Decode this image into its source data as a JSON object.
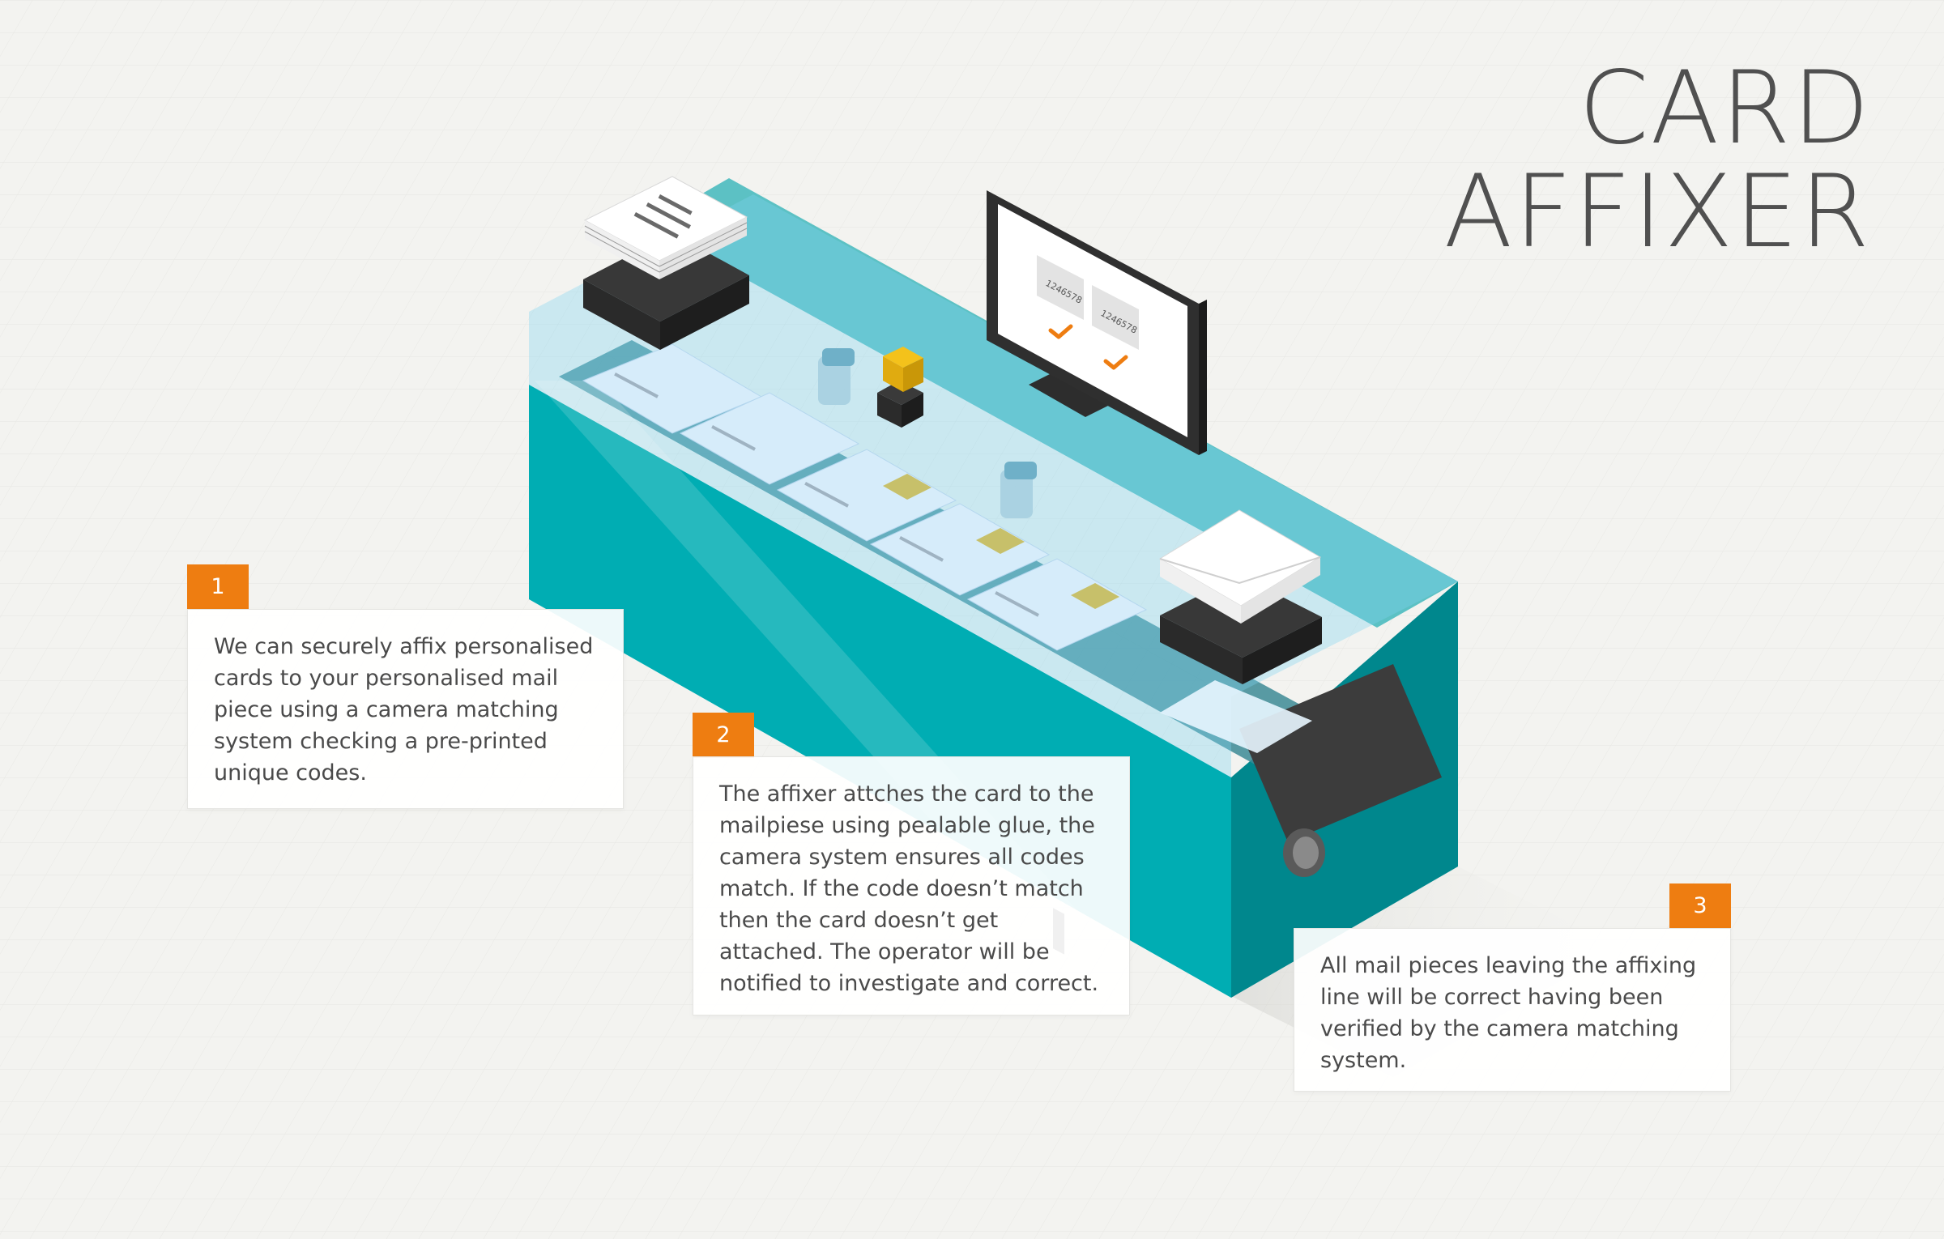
{
  "title": {
    "line1": "CARD",
    "line2": "AFFIXER"
  },
  "steps": [
    {
      "number": "1",
      "text": "We can securely affix personalised cards to your personalised mail piece using a camera matching system checking a pre-printed unique codes."
    },
    {
      "number": "2",
      "text": "The affixer attches the card to the mailpiese using pealable glue, the camera system ensures all codes match. If the code doesn’t match then the card doesn’t get attached. The operator will be notified to investigate and correct."
    },
    {
      "number": "3",
      "text": "All mail pieces leaving the affixing line will be correct having been verified by the camera matching system."
    }
  ],
  "monitor": {
    "code_1": "1246578",
    "code_2": "1246578"
  },
  "colors": {
    "background": "#f3f3f0",
    "machine_front": "#00adb3",
    "machine_side": "#00868c",
    "machine_top": "#5fc1c4",
    "accent_orange": "#ee7d11",
    "title_grey": "#505050",
    "card_yellow": "#c7c06a"
  },
  "icons": {
    "check": "check-icon",
    "camera": "camera-icon",
    "envelope": "envelope-icon"
  }
}
